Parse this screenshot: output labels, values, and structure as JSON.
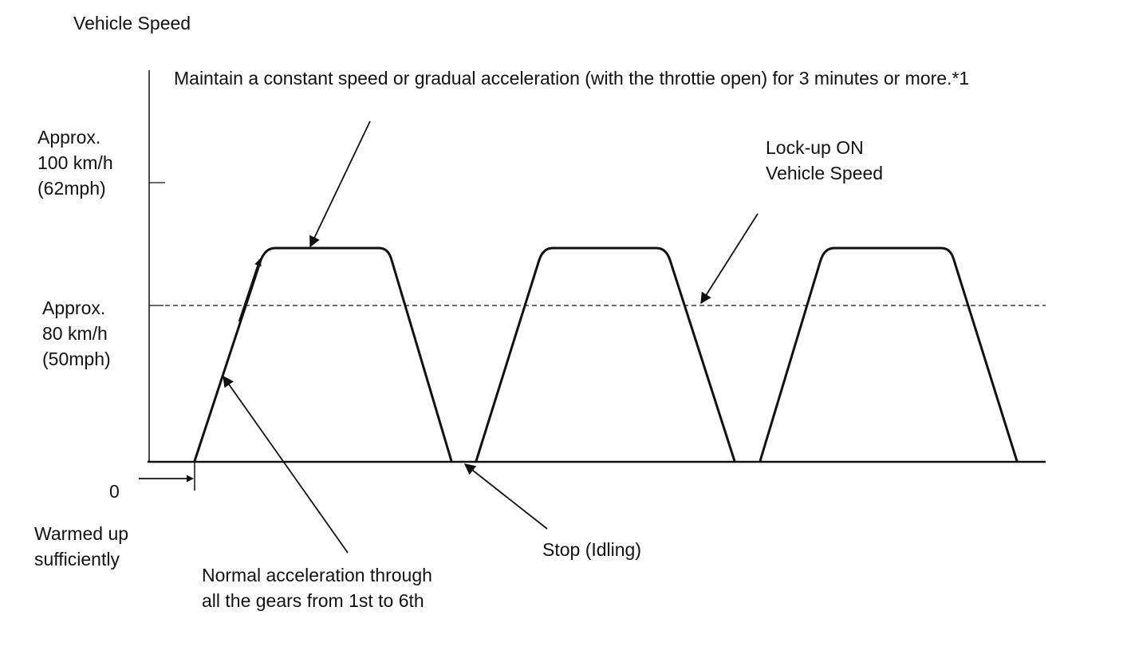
{
  "axis": {
    "y_title": "Vehicle Speed",
    "zero_label": "0",
    "tick_100": "Approx.\n100 km/h\n(62mph)",
    "tick_80": "Approx.\n80 km/h\n(50mph)"
  },
  "annotations": {
    "constant_speed": "Maintain a constant speed or gradual acceleration (with the throttie open) for 3 minutes or more.*1",
    "lockup": "Lock-up ON\nVehicle Speed",
    "warmed_up": "Warmed up\nsufficiently",
    "normal_accel": "Normal acceleration through\nall the gears from 1st to 6th",
    "stop": "Stop (Idling)"
  },
  "speed_profile": {
    "cycles": 3,
    "plateau_level": "above Approx. 80 km/h, below Approx. 100 km/h",
    "lockup_threshold": "Approx. 80 km/h"
  }
}
